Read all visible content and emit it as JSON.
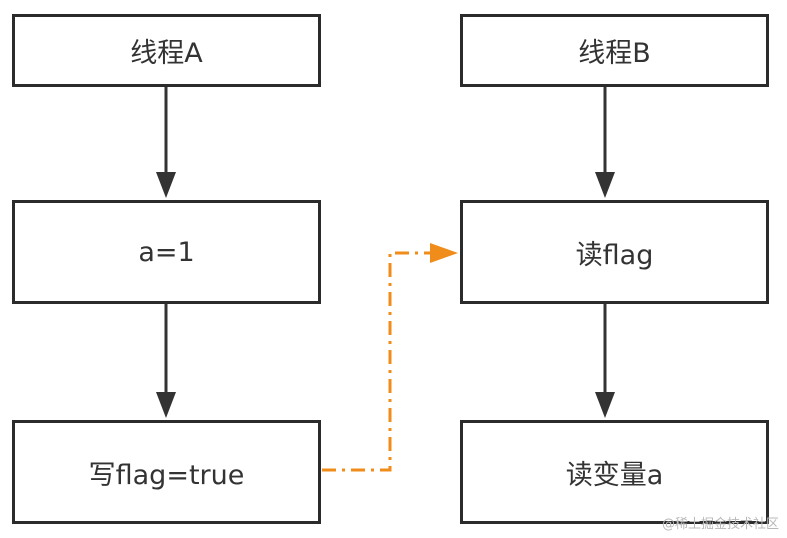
{
  "diagram": {
    "thread_a": {
      "title": "线程A",
      "step1": "a=1",
      "step2": "写flag=true"
    },
    "thread_b": {
      "title": "线程B",
      "step1": "读flag",
      "step2": "读变量a"
    },
    "colors": {
      "box_border": "#2b2b2b",
      "arrow": "#333333",
      "cross_arrow": "#f08c1a"
    }
  },
  "watermark": "@稀土掘金技术社区"
}
